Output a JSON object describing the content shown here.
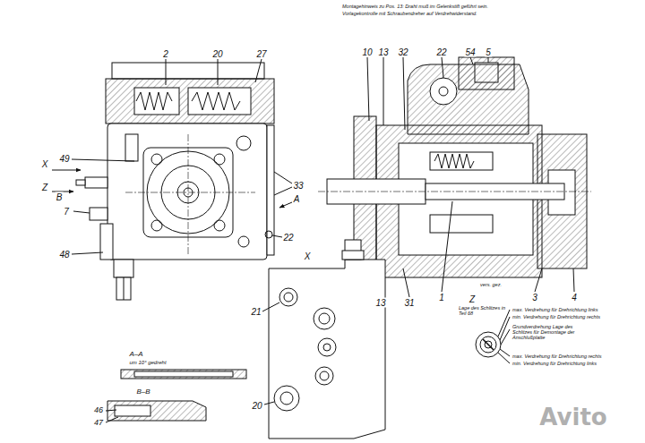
{
  "diagram": {
    "labels": [
      "2",
      "20",
      "27",
      "49",
      "X",
      "Z",
      "B",
      "7",
      "48",
      "33",
      "A",
      "22",
      "Montagehinweis zu Pos. 13: Draht muß im Gelenkstift geführt sein.",
      "Vorlagekontrolle mit Schraubendreher auf Verdrehwiderstand.",
      "10",
      "13",
      "32",
      "22",
      "54",
      "5",
      "13",
      "31",
      "1",
      "vers. gez.",
      "3",
      "4",
      "X",
      "21",
      "20",
      "A–A",
      "um 10° gedreht",
      "B–B",
      "46",
      "47",
      "Z",
      "Lage des Schlitzes in Teil 68",
      "max. Verdrehung für Drehrichtung links",
      "min. Verdrehung für Drehrichtung rechts",
      "Grundverdrehung Lage des Schlitzes für Demontage der Anschlußplatte",
      "max. Verdrehung für Drehrichtung rechts",
      "min. Verdrehung für Drehrichtung links",
      "Avito"
    ]
  }
}
